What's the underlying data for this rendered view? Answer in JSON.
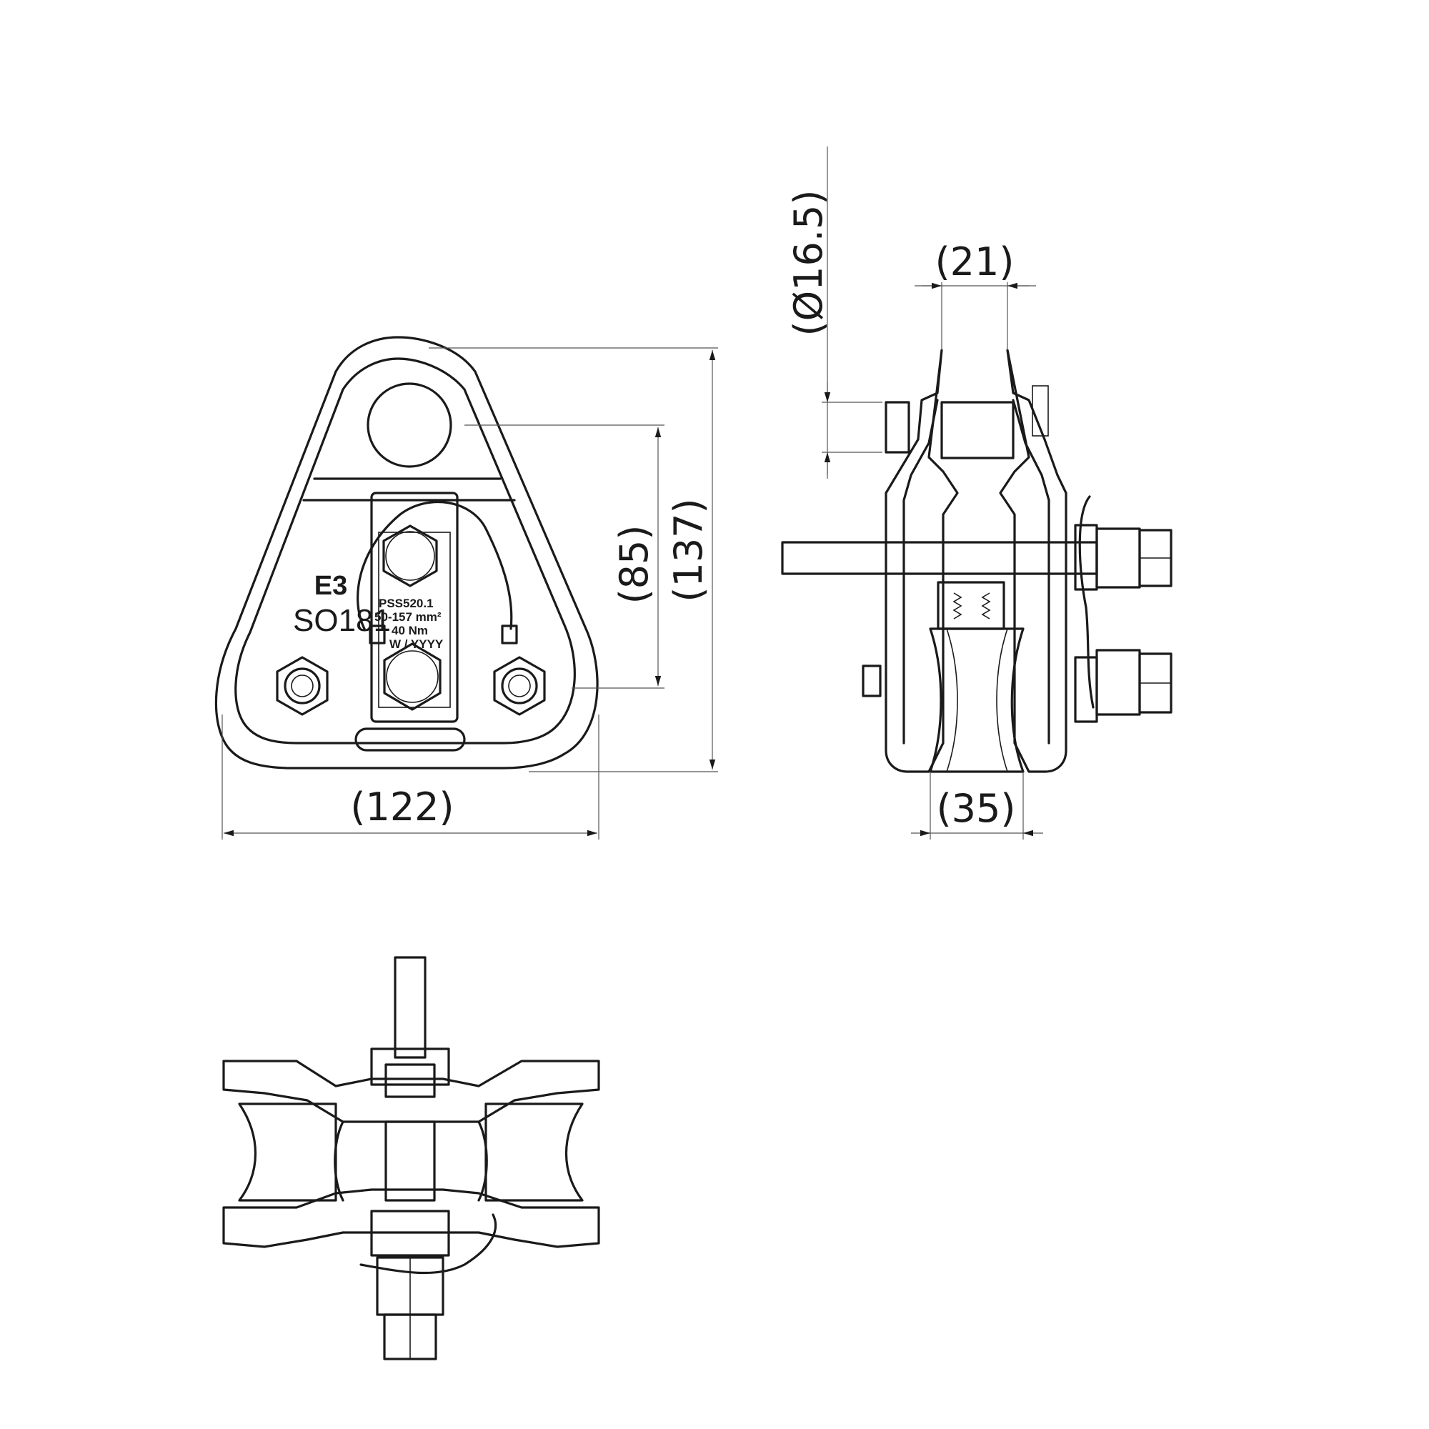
{
  "dimensions": {
    "front_width": "(122)",
    "front_height": "(137)",
    "hole_offset": "(85)",
    "side_width_top": "(21)",
    "side_width_bottom": "(35)",
    "hole_diameter": "(Ø16.5)"
  },
  "markings": {
    "logo": "E3",
    "code": "SO181",
    "label_line_1": "PSS520.1",
    "label_line_2": "50-157 mm²",
    "label_line_3": "40 Nm",
    "label_line_4": "W / YYYY"
  },
  "colors": {
    "line": "#1a1a1a",
    "dimension": "#555555",
    "background": "#ffffff"
  }
}
